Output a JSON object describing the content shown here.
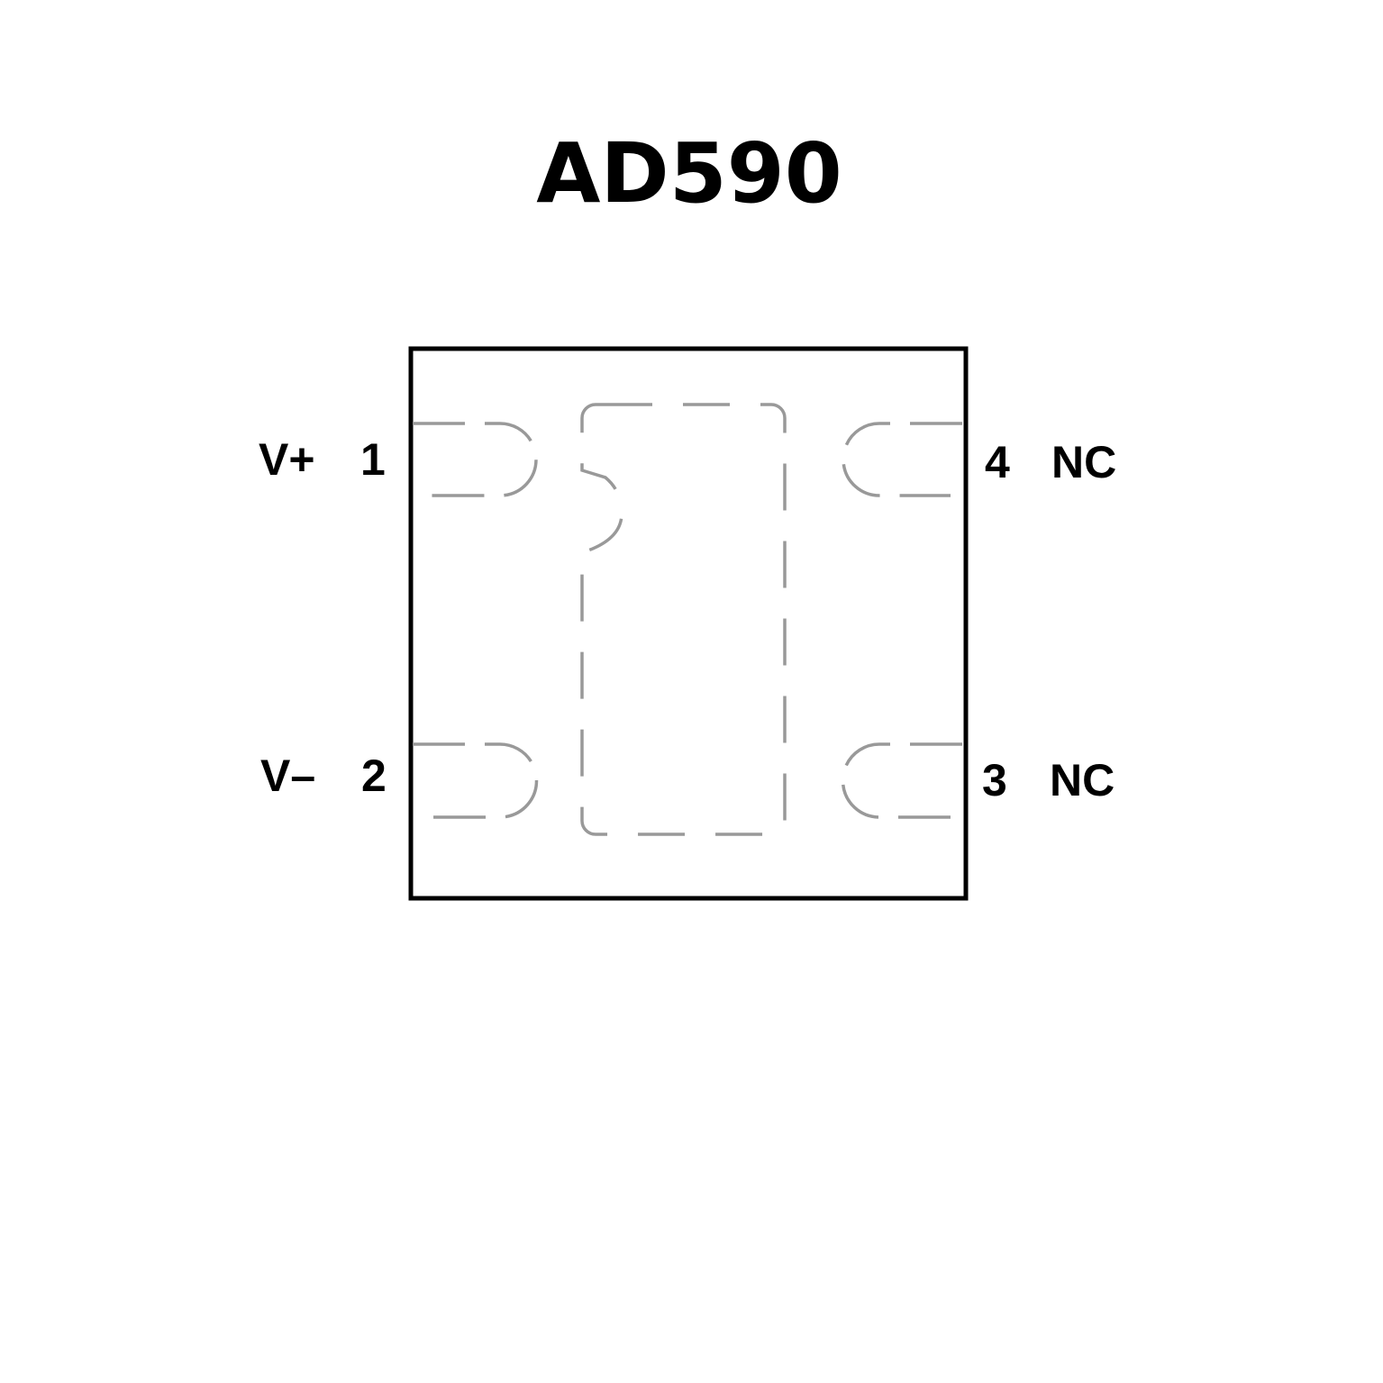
{
  "title": "AD590",
  "pins": [
    {
      "number": "1",
      "name": "V+"
    },
    {
      "number": "2",
      "name": "V–"
    },
    {
      "number": "3",
      "name": "NC"
    },
    {
      "number": "4",
      "name": "NC"
    }
  ],
  "colors": {
    "outline": "#000000",
    "pads": "#999999"
  }
}
